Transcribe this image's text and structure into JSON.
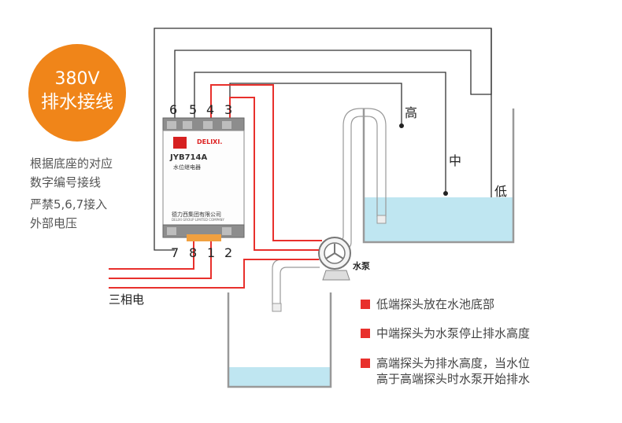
{
  "badge": {
    "voltage": "380V",
    "title": "排水接线"
  },
  "notes": [
    "根据底座的对应",
    "数字编号接线",
    "严禁5,6,7接入",
    "外部电压"
  ],
  "terminals_top": [
    "6",
    "5",
    "4",
    "3"
  ],
  "terminals_bottom": [
    "7",
    "8",
    "1",
    "2"
  ],
  "relay": {
    "brand": "DELIXI.",
    "model": "JYB714A",
    "name": "水位继电器",
    "company": "德力西集团有限公司",
    "company_en": "DELIXI GROUP LIMITED COMPANY"
  },
  "levels": {
    "high": "高",
    "mid": "中",
    "low": "低"
  },
  "pump_label": "水泵",
  "power_label": "三相电",
  "legend": [
    {
      "text": "低端探头放在水池底部"
    },
    {
      "text": "中端探头为水泵停止排水高度"
    },
    {
      "text": "高端探头为排水高度，当水位",
      "text2": "高于高端探头时水泵开始排水"
    }
  ],
  "colors": {
    "accent": "#f08519",
    "wire_red": "#e8302c",
    "water": "#bfe6f1",
    "wire_dark": "#333333"
  }
}
